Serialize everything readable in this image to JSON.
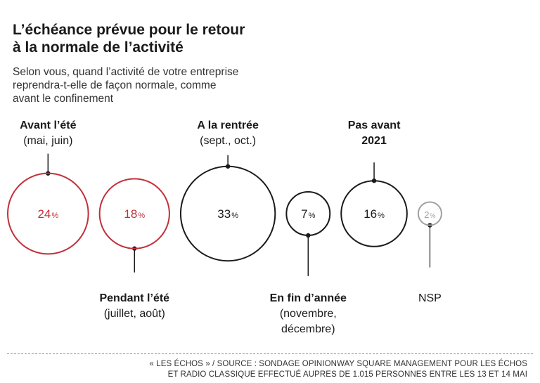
{
  "header": {
    "title_line1": "L’échéance prévue pour le retour",
    "title_line2": "à la normale de l’activité",
    "subtitle_line1": "Selon vous, quand l’activité de votre entreprise",
    "subtitle_line2": "reprendra-t-elle de façon normale, comme",
    "subtitle_line3": "avant le confinement"
  },
  "footer": {
    "source_line1": "« LES ÉCHOS » / SOURCE : SONDAGE OPINIONWAY SQUARE MANAGEMENT POUR LES ÉCHOS",
    "source_line2": "ET RADIO CLASSIQUE EFFECTUÉ AUPRES DE 1.015 PERSONNES ENTRE LES 13 ET 14 MAI"
  },
  "colors": {
    "red": "#c0303a",
    "black": "#1a1a1a",
    "gray": "#a0a0a0"
  },
  "chart_data": {
    "type": "bubble",
    "unit": "%",
    "categories": [
      {
        "label": [
          "Avant l’été",
          "(mai, juin)"
        ],
        "value": 24,
        "color": "red",
        "label_position": "top"
      },
      {
        "label": [
          "Pendant l’été",
          "(juillet, août)"
        ],
        "value": 18,
        "color": "red",
        "label_position": "bottom"
      },
      {
        "label": [
          "A la rentrée",
          "(sept., oct.)"
        ],
        "value": 33,
        "color": "black",
        "label_position": "top"
      },
      {
        "label": [
          "En fin d’année",
          "(novembre,",
          "décembre)"
        ],
        "value": 7,
        "color": "black",
        "label_position": "bottom"
      },
      {
        "label": [
          "Pas avant",
          "2021"
        ],
        "value": 16,
        "color": "black",
        "label_position": "top"
      },
      {
        "label": [
          "NSP"
        ],
        "value": 2,
        "color": "gray",
        "label_position": "bottom"
      }
    ]
  }
}
